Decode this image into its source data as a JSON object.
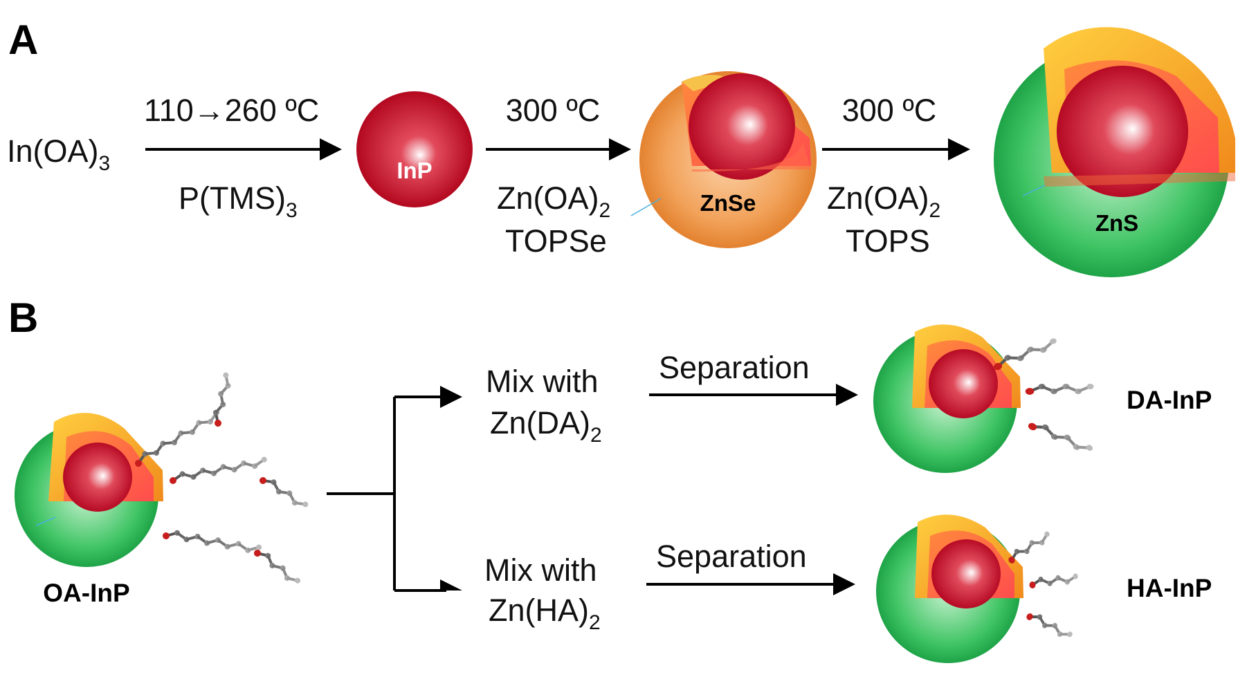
{
  "panel_a": {
    "label": "A",
    "start": {
      "main": "In(OA)",
      "sub": "3"
    },
    "step1": {
      "above": "110→260 ºC",
      "below_main": "P(TMS)",
      "below_sub": "3"
    },
    "core_label": "InP",
    "step2": {
      "above": "300 ºC",
      "below1_main": "Zn(OA)",
      "below1_sub": "2",
      "below2": "TOPSe"
    },
    "shell1_label": "ZnSe",
    "step3": {
      "above": "300 ºC",
      "below1_main": "Zn(OA)",
      "below1_sub": "2",
      "below2": "TOPS"
    },
    "shell2_label": "ZnS"
  },
  "panel_b": {
    "label": "B",
    "source_label": "OA-InP",
    "branch_top": {
      "line1": "Mix with",
      "line2_main": "Zn(DA)",
      "line2_sub": "2",
      "step": "Separation",
      "product": "DA-InP"
    },
    "branch_bottom": {
      "line1": "Mix with",
      "line2_main": "Zn(HA)",
      "line2_sub": "2",
      "step": "Separation",
      "product": "HA-InP"
    }
  },
  "colors": {
    "core": "#c8102e",
    "znse": "#f08a3c",
    "shell_mid": "#f5a623",
    "zns": "#1fb04d"
  }
}
